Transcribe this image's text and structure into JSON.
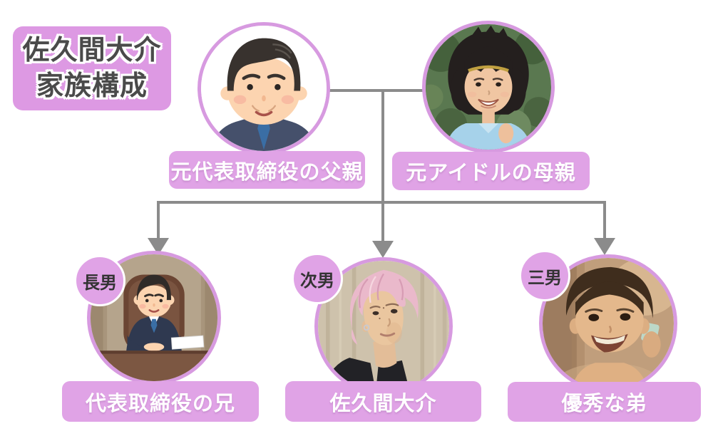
{
  "title": {
    "line1": "佐久間大介",
    "line2": "家族構成"
  },
  "colors": {
    "title_box_pink": "#dd99e3",
    "label_box_pink": "#e0a3e6",
    "circle_border_pink": "#d79ae0",
    "connector_gray": "#8b8b8b",
    "title_text": "#4a4a4a",
    "label_text": "#ffffff",
    "badge_text": "#333333",
    "background": "#ffffff"
  },
  "parents": [
    {
      "role": "father",
      "label": "元代表取締役の父親",
      "photo": "father-businessman-illustration"
    },
    {
      "role": "mother",
      "label": "元アイドルの母親",
      "photo": "mother-idol-photo"
    }
  ],
  "children": [
    {
      "role": "eldest-son",
      "badge": "長男",
      "label": "代表取締役の兄",
      "photo": "ceo-at-desk-illustration"
    },
    {
      "role": "second-son",
      "badge": "次男",
      "label": "佐久間大介",
      "photo": "pink-haired-man-photo"
    },
    {
      "role": "third-son",
      "badge": "三男",
      "label": "優秀な弟",
      "photo": "young-boy-vintage-photo"
    }
  ]
}
